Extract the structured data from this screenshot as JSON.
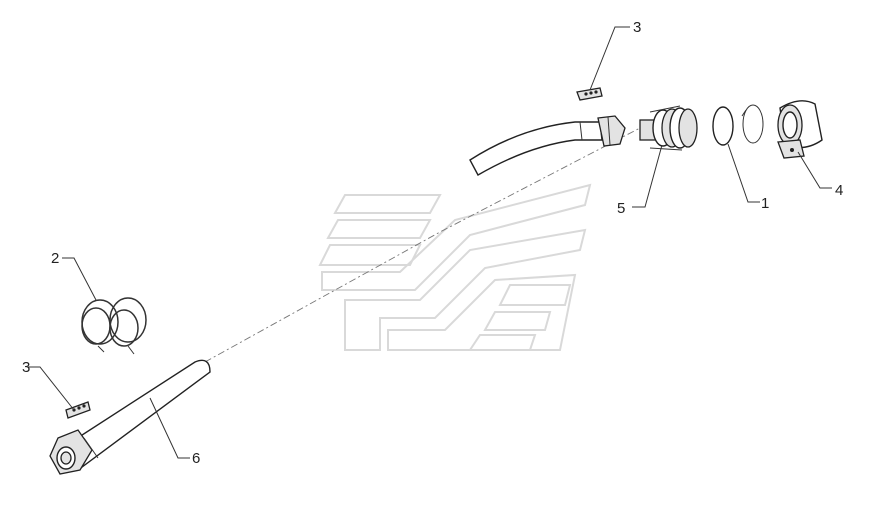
{
  "callouts": [
    {
      "id": "c1",
      "label": "1"
    },
    {
      "id": "c2",
      "label": "2"
    },
    {
      "id": "c3a",
      "label": "3"
    },
    {
      "id": "c3b",
      "label": "3"
    },
    {
      "id": "c4",
      "label": "4"
    },
    {
      "id": "c5",
      "label": "5"
    },
    {
      "id": "c6",
      "label": "6"
    }
  ],
  "parts": [
    {
      "name": "circlip-ring",
      "callout": "1"
    },
    {
      "name": "o-ring-set",
      "callout": "2"
    },
    {
      "name": "hose-clip-label",
      "callout": "3"
    },
    {
      "name": "quick-coupling-cap",
      "callout": "4"
    },
    {
      "name": "coupling-nipple",
      "callout": "5"
    },
    {
      "name": "hose-assembly",
      "callout": "6"
    }
  ],
  "colors": {
    "line": "#222222",
    "watermark": "#d9d9d9",
    "background": "#ffffff"
  }
}
